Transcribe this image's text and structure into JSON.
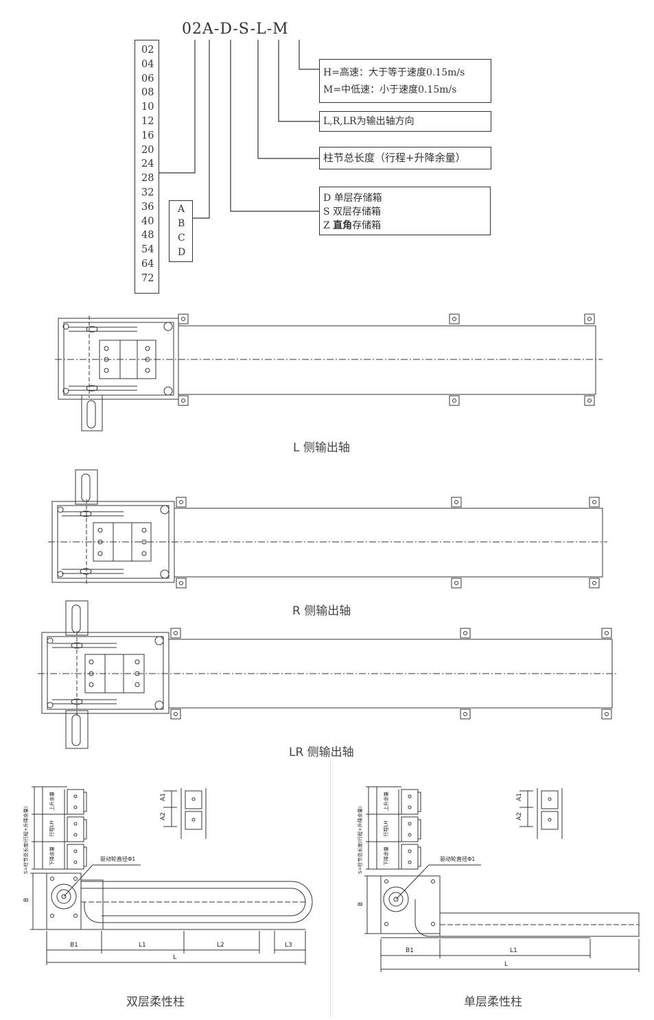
{
  "model_code": "02A-D-S-L-M",
  "size_list": [
    "02",
    "04",
    "06",
    "08",
    "10",
    "12",
    "16",
    "20",
    "24",
    "28",
    "32",
    "36",
    "40",
    "48",
    "54",
    "64",
    "72"
  ],
  "type_list": [
    "A",
    "B",
    "C",
    "D"
  ],
  "speed_options": [
    "H=高速：大于等于速度0.15m/s",
    "M=中低速：小于速度0.15m/s"
  ],
  "direction_note": "L,R,LR为输出轴方向",
  "length_note": "柱节总长度（行程+升降余量）",
  "storage_options": [
    {
      "code": "D",
      "label": "单层存储箱",
      "bold": ""
    },
    {
      "code": "S",
      "label": "双层存储箱",
      "bold": ""
    },
    {
      "code": "Z",
      "label": "存储箱",
      "bold": "直角"
    }
  ],
  "captions": {
    "left": "L 侧输出轴",
    "right": "R 侧输出轴",
    "both": "LR 侧输出轴",
    "double": "双层柔性柱",
    "single": "单层柔性柱"
  },
  "dims": {
    "a1": "A1",
    "a2": "A2",
    "b": "B",
    "b1": "B1",
    "l1": "L1",
    "l2": "L2",
    "l3": "L3",
    "l": "L",
    "s_total": "S=柱节总长度(行程+升降余量)",
    "up_margin": "上升余量",
    "stroke": "行程LH",
    "down_margin": "下降余量",
    "wheel": "驱动轮直径Φ1"
  }
}
